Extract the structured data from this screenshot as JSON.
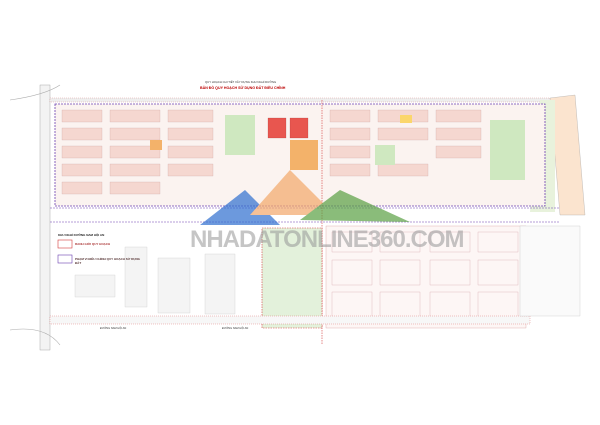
{
  "map": {
    "subtitle": "QUY HOẠCH CHI TIẾT XÂY DỰNG KHU NGHỈ DƯỠNG",
    "title": "BẢN ĐỒ QUY HOẠCH SỬ DỤNG ĐẤT ĐIỀU CHỈNH",
    "legend": [
      {
        "label": "KHU NGHỈ DƯỠNG NAM HỘI AN"
      },
      {
        "label": "RANH GIỚI QUY HOẠCH",
        "color": "#d43a3a"
      },
      {
        "label": "PHẠM VI ĐIỀU CHỈNH QUY HOẠCH SỬ DỤNG ĐẤT",
        "color": "#6b3fb0"
      }
    ],
    "road_labels": [
      "ĐƯỜNG NAM HỘI AN",
      "ĐƯỜNG NAM HỘI AN"
    ],
    "watermark": "NHADATONLINE360.COM",
    "colors": {
      "boundary": "#6b3fb0",
      "red_boundary": "#d43a3a",
      "residential": "#f5d7d0",
      "commercial": "#e8564f",
      "green": "#cfe8c0",
      "orange": "#f3b26a"
    }
  }
}
